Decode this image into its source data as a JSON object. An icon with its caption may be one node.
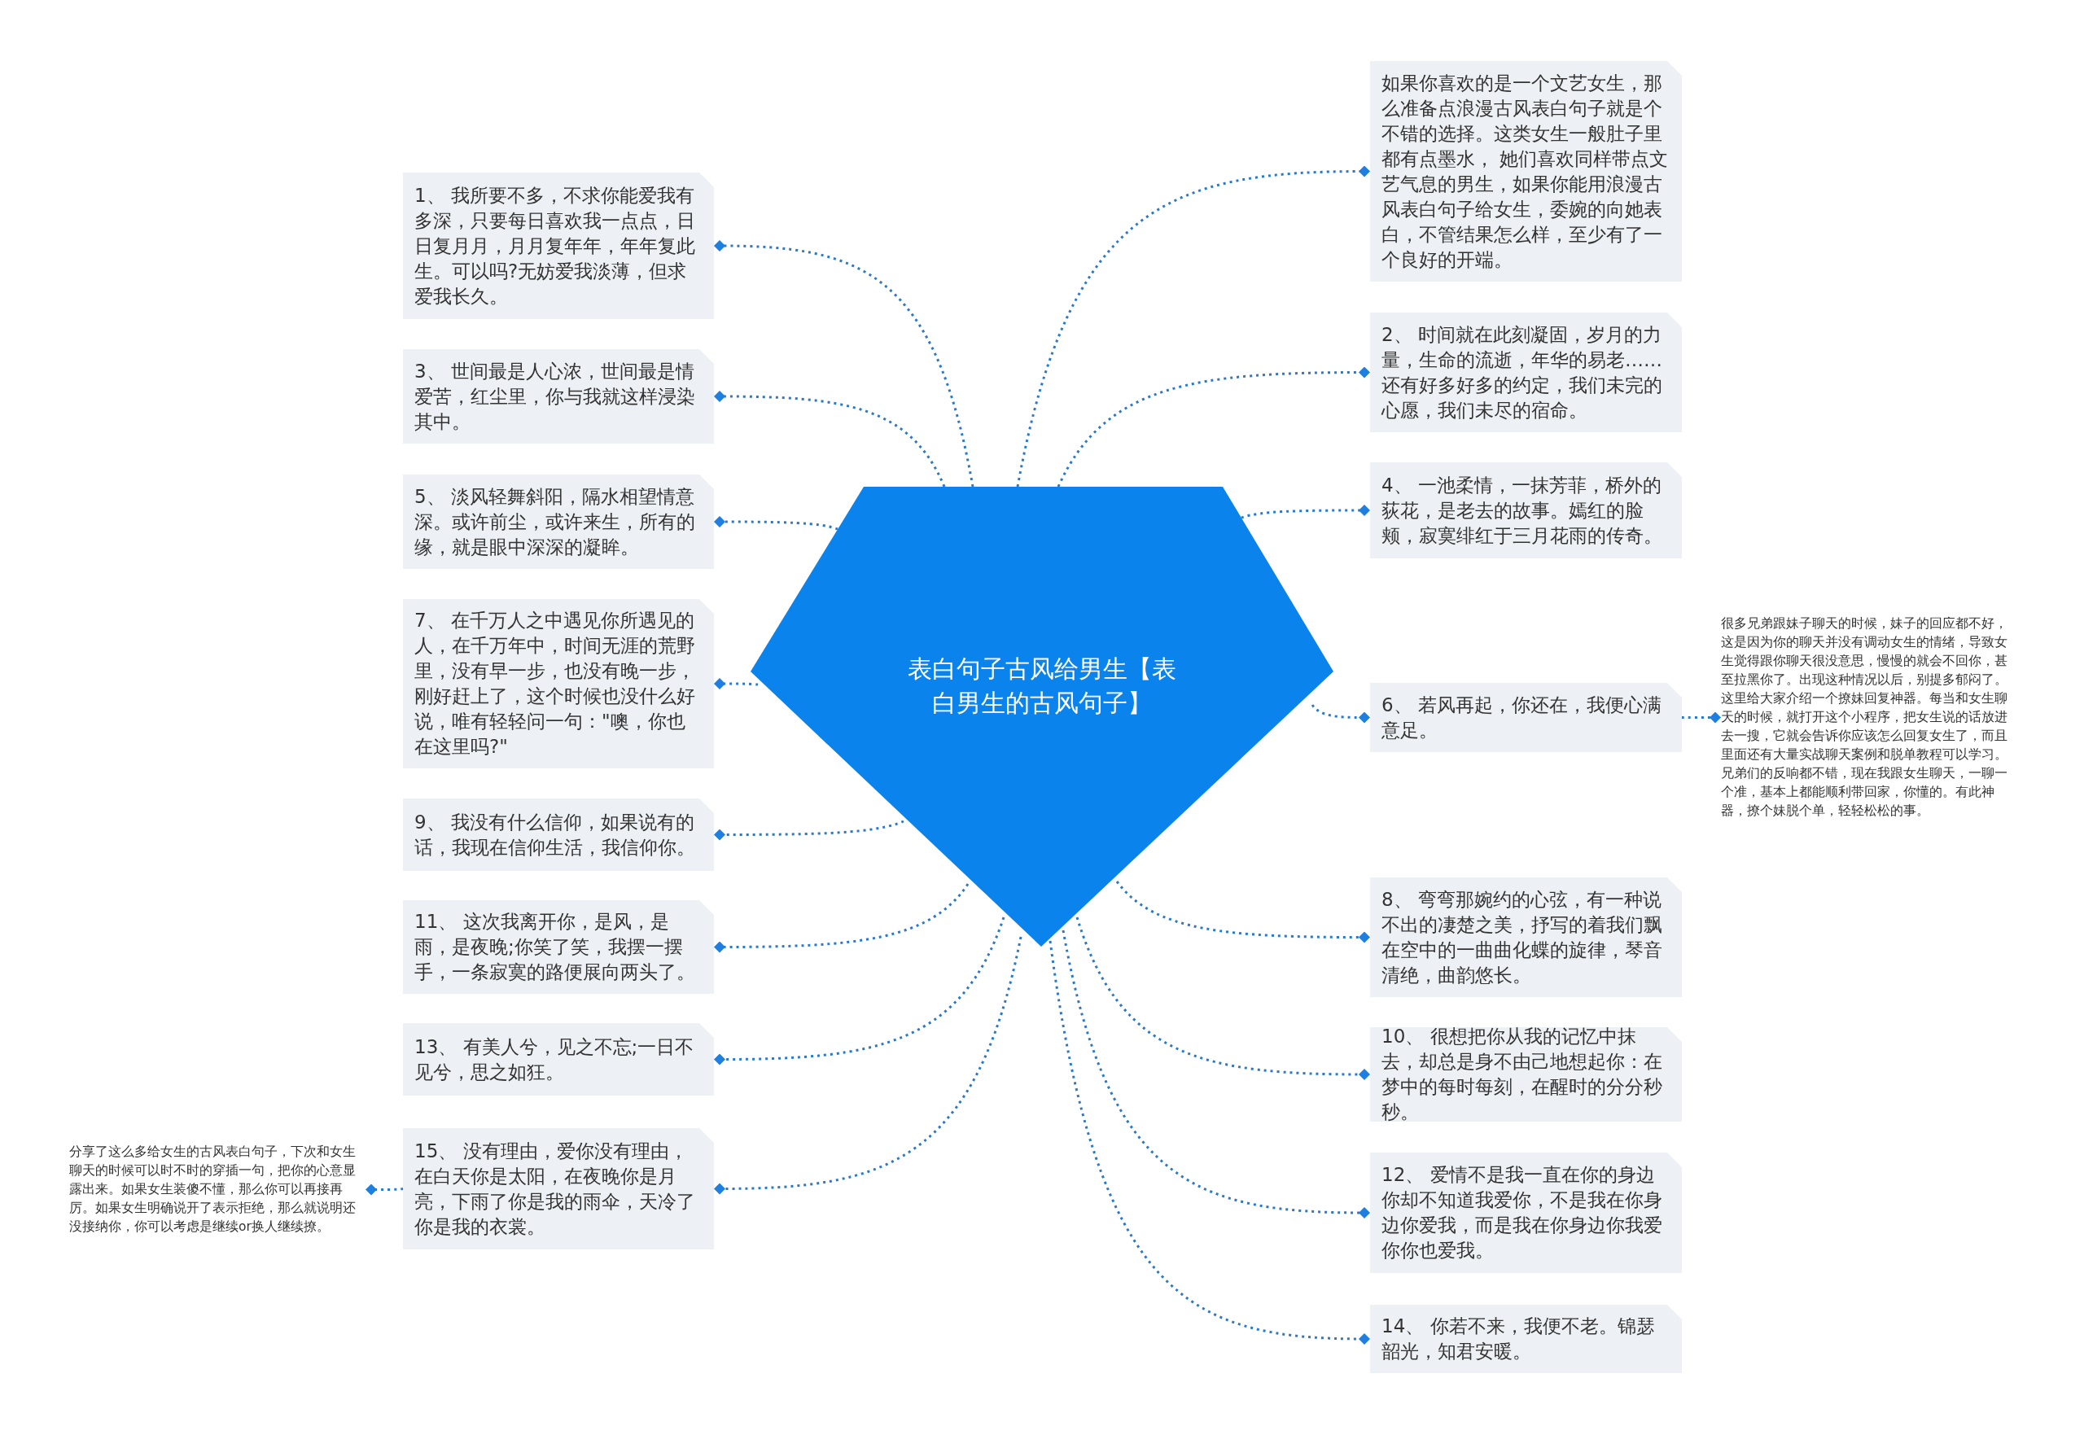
{
  "diagram": {
    "nodes": [
      {
        "text": [
          "表白句子古风给男生【表白男生的古风句子】"
        ]
      },
      {
        "text": [
          "1、 我所要不多，不求你能爱我有多深，只要每日喜欢我一点点，日日复月月，月月复年年，年年复此生。可以吗?无妨爱我淡薄，但求爱我长久。"
        ]
      },
      {
        "text": [
          "3、 世间最是人心浓，世间最是情爱苦，红尘里，你与我就这样浸染其中。"
        ]
      },
      {
        "text": [
          "5、 淡风轻舞斜阳，隔水相望情意深。或许前尘，或许来生，所有的缘，就是眼中深深的凝眸。"
        ]
      },
      {
        "text": [
          "7、 在千万人之中遇见你所遇见的人，在千万年中，时间无涯的荒野里，没有早一步，也没有晚一步，刚好赶上了，这个时候也没什么好说，唯有轻轻问一句：\"噢，你也在这里吗?\""
        ]
      },
      {
        "text": [
          "9、 我没有什么信仰，如果说有的话，我现在信仰生活，我信仰你。"
        ]
      },
      {
        "text": [
          "11、 这次我离开你，是风，是雨，是夜晚;你笑了笑，我摆一摆手，一条寂寞的路便展向两头了。"
        ]
      },
      {
        "text": [
          "13、 有美人兮，见之不忘;一日不见兮，思之如狂。"
        ]
      },
      {
        "text": [
          "15、 没有理由，爱你没有理由，在白天你是太阳，在夜晚你是月亮，下雨了你是我的雨伞，天冷了你是我的衣裳。"
        ]
      },
      {
        "text": [
          "分享了这么多给女生的古风表白句子，下次和女生聊天的时候可以时不时的穿插一句，把你的心意显露出来。如果女生装傻不懂，那么你可以再接再厉。如果女生明确说开了表示拒绝，那么就说明还没接纳你，你可以考虑是继续or换人继续撩。"
        ]
      },
      {
        "text": [
          "如果你喜欢的是一个文艺女生，那么准备点浪漫古风表白句子就是个不错的选择。这类女生一般肚子里都有点墨水， 她们喜欢同样带点文艺气息的男生，如果你能用浪漫古风表白句子给女生，委婉的向她表白，不管结果怎么样，至少有了一个良好的开端。"
        ]
      },
      {
        "text": [
          "2、 时间就在此刻凝固，岁月的力量，生命的流逝，年华的易老……还有好多好多的约定，我们未完的心愿，我们未尽的宿命。"
        ]
      },
      {
        "text": [
          "4、 一池柔情，一抹芳菲，桥外的荻花，是老去的故事。嫣红的脸颊，寂寞绯红于三月花雨的传奇。"
        ]
      },
      {
        "text": [
          "6、 若风再起，你还在，我便心满意足。"
        ]
      },
      {
        "text": [
          "很多兄弟跟妹子聊天的时候，妹子的回应都不好，这是因为你的聊天并没有调动女生的情绪，导致女生觉得跟你聊天很没意思，慢慢的就会不回你，甚至拉黑你了。出现这种情况以后，别提多郁闷了。这里给大家介绍一个撩妹回复神器。每当和女生聊天的时候，就打开这个小程序，把女生说的话放进去一搜，它就会告诉你应该怎么回复女生了，而且里面还有大量实战聊天案例和脱单教程可以学习。兄弟们的反响都不错，现在我跟女生聊天，一聊一个准，基本上都能顺利带回家，你懂的。有此神器，撩个妹脱个单，轻轻松松的事。"
        ]
      },
      {
        "text": [
          "8、 弯弯那婉约的心弦，有一种说不出的凄楚之美，抒写的着我们飘在空中的一曲曲化蝶的旋律，琴音清绝，曲韵悠长。"
        ]
      },
      {
        "text": [
          "10、 很想把你从我的记忆中抹去，却总是身不由己地想起你：在梦中的每时每刻，在醒时的分分秒秒。"
        ]
      },
      {
        "text": [
          "12、 爱情不是我一直在你的身边你却不知道我爱你，不是我在你身边你爱我，而是我在你身边你我爱你你也爱我。"
        ]
      },
      {
        "text": [
          "14、 你若不来，我便不老。锦瑟韶光，知君安暖。"
        ]
      }
    ],
    "edges": [
      {
        "from": 0,
        "to": 1,
        "arrow": "other",
        "style": "dashed"
      },
      {
        "from": 0,
        "to": 2,
        "arrow": "other",
        "style": "dashed"
      },
      {
        "from": 0,
        "to": 3,
        "arrow": "other",
        "style": "dashed"
      },
      {
        "from": 0,
        "to": 4,
        "arrow": "other",
        "style": "dashed"
      },
      {
        "from": 0,
        "to": 5,
        "arrow": "other",
        "style": "dashed"
      },
      {
        "from": 0,
        "to": 6,
        "arrow": "other",
        "style": "dashed"
      },
      {
        "from": 0,
        "to": 7,
        "arrow": "other",
        "style": "dashed"
      },
      {
        "from": 0,
        "to": 8,
        "arrow": "other",
        "style": "dashed"
      },
      {
        "from": 8,
        "to": 9,
        "arrow": "other",
        "style": "dashed"
      },
      {
        "from": 0,
        "to": 10,
        "arrow": "other",
        "style": "dashed"
      },
      {
        "from": 0,
        "to": 11,
        "arrow": "other",
        "style": "dashed"
      },
      {
        "from": 0,
        "to": 12,
        "arrow": "other",
        "style": "dashed"
      },
      {
        "from": 0,
        "to": 13,
        "arrow": "other",
        "style": "dashed"
      },
      {
        "from": 13,
        "to": 14,
        "arrow": "other",
        "style": "dashed"
      },
      {
        "from": 0,
        "to": 15,
        "arrow": "other",
        "style": "dashed"
      },
      {
        "from": 0,
        "to": 16,
        "arrow": "other",
        "style": "dashed"
      },
      {
        "from": 0,
        "to": 17,
        "arrow": "other",
        "style": "dashed"
      },
      {
        "from": 0,
        "to": 18,
        "arrow": "other",
        "style": "dashed"
      }
    ]
  }
}
